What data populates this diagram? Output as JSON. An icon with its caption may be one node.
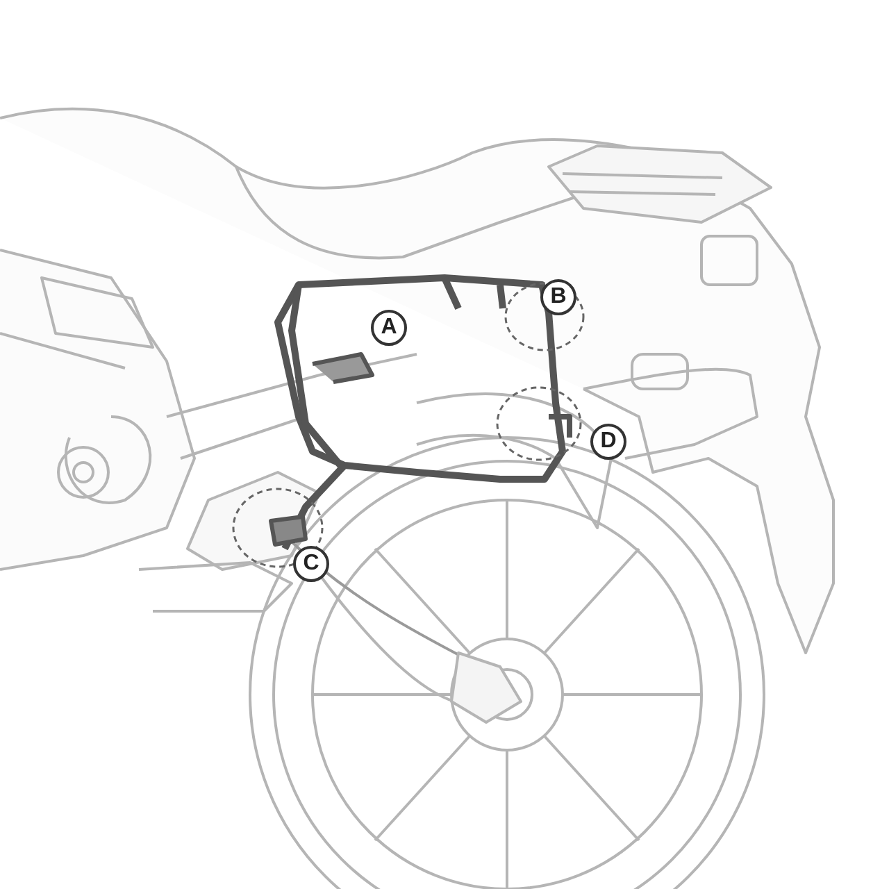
{
  "diagram": {
    "labels": [
      "A",
      "B",
      "D",
      "C"
    ]
  }
}
